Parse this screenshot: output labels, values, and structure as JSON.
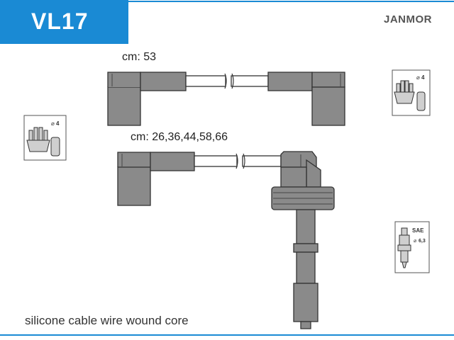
{
  "header": {
    "code": "VL17",
    "brand": "JANMOR"
  },
  "cables": [
    {
      "label": "cm: 53"
    },
    {
      "label": "cm: 26,36,44,58,66"
    }
  ],
  "icons": {
    "distributor_left": {
      "name": "distributor-cap-icon",
      "count": "4"
    },
    "distributor_right": {
      "name": "distributor-cap-icon",
      "count": "4"
    },
    "spark_plug": {
      "name": "spark-plug-icon",
      "standard": "SAE",
      "diameter": "6,3"
    }
  },
  "footer": {
    "text": "silicone cable wire wound core"
  },
  "colors": {
    "accent": "#1a8ad4",
    "boot": "#8a8a8a",
    "cable": "#ffffff",
    "outline": "#333333"
  }
}
